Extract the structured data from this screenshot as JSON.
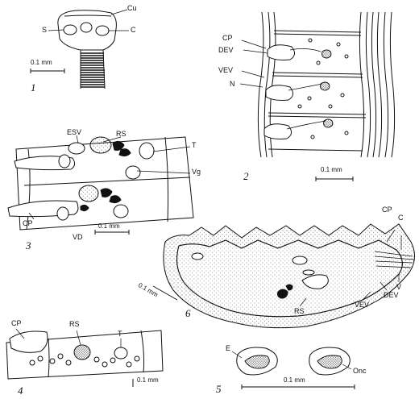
{
  "figures": [
    {
      "number": "1",
      "labels": {
        "cu": "Cu",
        "s": "S",
        "c": "C"
      },
      "scale": "0.1 mm"
    },
    {
      "number": "2",
      "labels": {
        "cp": "CP",
        "dev": "DEV",
        "vev": "VEV",
        "n": "N"
      },
      "scale": "0.1 mm"
    },
    {
      "number": "3",
      "labels": {
        "esv": "ESV",
        "rs": "RS",
        "t": "T",
        "vg": "Vg",
        "cp": "CP",
        "vd": "VD"
      },
      "scale": "0.1 mm"
    },
    {
      "number": "4",
      "labels": {
        "cp": "CP",
        "rs": "RS",
        "t": "T"
      },
      "scale": "0.1 mm"
    },
    {
      "number": "5",
      "labels": {
        "e": "E",
        "onc": "Onc"
      },
      "scale": "0.1 mm"
    },
    {
      "number": "6",
      "labels": {
        "cp": "CP",
        "c": "C",
        "v": "V",
        "dev": "DEV",
        "vev": "VEV",
        "rs": "RS"
      },
      "scale": "0.1 mm"
    }
  ],
  "colors": {
    "ink": "#111111",
    "paper": "#ffffff",
    "stipple": "#444444"
  }
}
